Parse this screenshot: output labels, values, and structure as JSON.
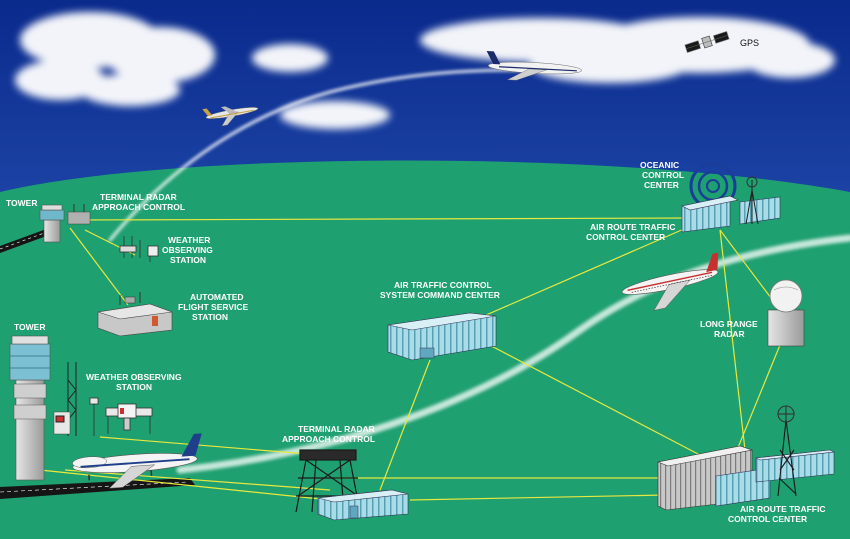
{
  "colors": {
    "sky_top": "#0a2a8c",
    "sky_bottom": "#3a6fd0",
    "ground": "#1fa070",
    "link": "#e8e840",
    "label": "#ffffff",
    "building": "#9fd8e6",
    "trail": "#ffffff"
  },
  "labels": {
    "gps": "GPS",
    "tower_top": "TOWER",
    "terminal_radar_top": [
      "TERMINAL RADAR",
      "APPROACH CONTROL"
    ],
    "weather_top": [
      "WEATHER",
      "OBSERVING",
      "STATION"
    ],
    "afss": [
      "AUTOMATED",
      "FLIGHT SERVICE",
      "STATION"
    ],
    "oceanic": [
      "OCEANIC",
      "CONTROL",
      "CENTER"
    ],
    "artcc_top": [
      "AIR ROUTE TRAFFIC",
      "CONTROL CENTER"
    ],
    "atcscc": [
      "AIR TRAFFIC CONTROL",
      "SYSTEM COMMAND CENTER"
    ],
    "long_range_radar": [
      "LONG RANGE",
      "RADAR"
    ],
    "tower_bottom": "TOWER",
    "weather_bottom": [
      "WEATHER OBSERVING",
      "STATION"
    ],
    "terminal_radar_bottom": [
      "TERMINAL RADAR",
      "APPROACH CONTROL"
    ],
    "artcc_bottom": [
      "AIR ROUTE TRAFFIC",
      "CONTROL CENTER"
    ]
  },
  "icons": [
    "satellite-icon",
    "airplane-icon",
    "control-tower-icon",
    "radar-dish-icon",
    "radar-dome-icon",
    "antenna-tower-icon",
    "building-icon",
    "weather-station-icon"
  ]
}
